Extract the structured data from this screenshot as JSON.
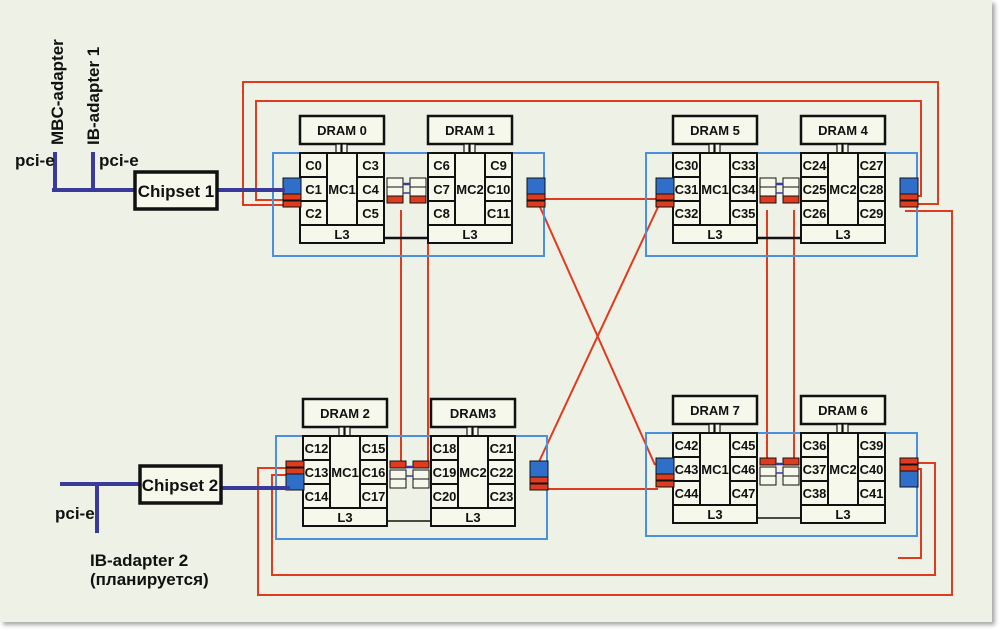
{
  "diagram": {
    "colors": {
      "background": "#eef1e5",
      "red_link": "#e03a1f",
      "bus": "#3a3a9a",
      "socket_border": "#4a90dd",
      "blue_port": "#2f6fc9",
      "box_fill": "#f7f8ec"
    },
    "labels": {
      "mbc_adapter": "MBC-adapter",
      "ib_adapter_1": "IB-adapter 1",
      "pci_e_1": "pci-e",
      "pci_e_2": "pci-e",
      "pci_e_3": "pci-e",
      "chipset_1": "Chipset 1",
      "chipset_2": "Chipset 2",
      "ib_adapter_2": "IB-adapter 2",
      "ib_adapter_2_note": "(планируется)"
    },
    "sockets": [
      {
        "id": "top-left",
        "nodes": [
          {
            "dram": "DRAM 0",
            "mc": "MC1",
            "cores_left": [
              "C0",
              "C1",
              "C2"
            ],
            "cores_right": [
              "C3",
              "C4",
              "C5"
            ],
            "cache": "L3"
          },
          {
            "dram": "DRAM 1",
            "mc": "MC2",
            "cores_left": [
              "C6",
              "C7",
              "C8"
            ],
            "cores_right": [
              "C9",
              "C10",
              "C11"
            ],
            "cache": "L3"
          }
        ]
      },
      {
        "id": "top-right",
        "nodes": [
          {
            "dram": "DRAM 5",
            "mc": "MC1",
            "cores_left": [
              "C30",
              "C31",
              "C32"
            ],
            "cores_right": [
              "C33",
              "C34",
              "C35"
            ],
            "cache": "L3"
          },
          {
            "dram": "DRAM 4",
            "mc": "MC2",
            "cores_left": [
              "C24",
              "C25",
              "C26"
            ],
            "cores_right": [
              "C27",
              "C28",
              "C29"
            ],
            "cache": "L3"
          }
        ]
      },
      {
        "id": "bottom-left",
        "nodes": [
          {
            "dram": "DRAM 2",
            "mc": "MC1",
            "cores_left": [
              "C12",
              "C13",
              "C14"
            ],
            "cores_right": [
              "C15",
              "C16",
              "C17"
            ],
            "cache": "L3"
          },
          {
            "dram": "DRAM3",
            "mc": "MC2",
            "cores_left": [
              "C18",
              "C19",
              "C20"
            ],
            "cores_right": [
              "C21",
              "C22",
              "C23"
            ],
            "cache": "L3"
          }
        ]
      },
      {
        "id": "bottom-right",
        "nodes": [
          {
            "dram": "DRAM 7",
            "mc": "MC1",
            "cores_left": [
              "C42",
              "C43",
              "C44"
            ],
            "cores_right": [
              "C45",
              "C46",
              "C47"
            ],
            "cache": "L3"
          },
          {
            "dram": "DRAM 6",
            "mc": "MC2",
            "cores_left": [
              "C36",
              "C37",
              "C38"
            ],
            "cores_right": [
              "C39",
              "C40",
              "C41"
            ],
            "cache": "L3"
          }
        ]
      }
    ]
  }
}
